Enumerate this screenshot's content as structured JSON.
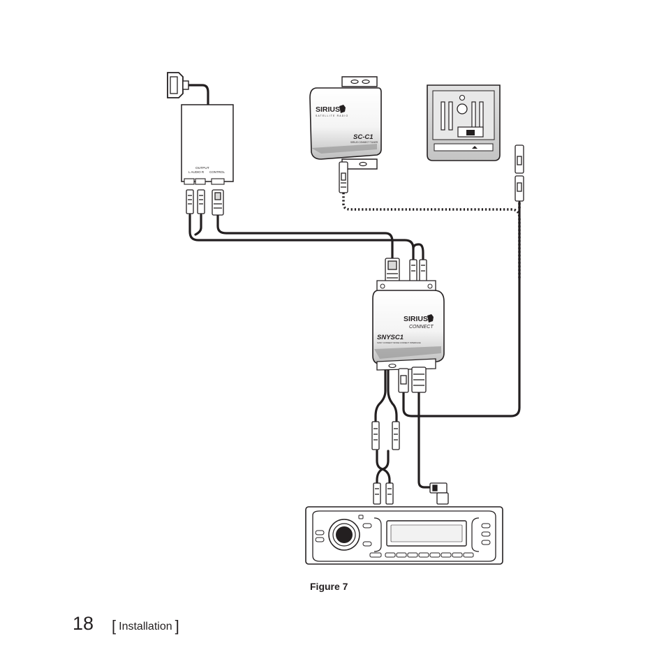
{
  "figure": {
    "caption": "Figure 7"
  },
  "footer": {
    "page_number": "18",
    "bracket_open": "[",
    "section": "Installation",
    "bracket_close": "]"
  },
  "components": {
    "ipod_adapter": {
      "output_label": "OUTPUT",
      "channels_label": "L AUDIO R",
      "control_label": "CONTROL"
    },
    "tuner": {
      "brand": "SIRIUS",
      "brand_sub": "SATELLITE RADIO",
      "model": "SC-C1",
      "model_sub": "SIRIUS CONNECT TUNER"
    },
    "interface": {
      "brand": "SIRIUS",
      "brand_sub": "CONNECT",
      "model": "SNYSC1",
      "model_sub": "SONY CONNECT MODE CONNECT INTERFACE"
    }
  },
  "colors": {
    "line": "#231f20",
    "body": "#ffffff",
    "shade": "#d9d9d9",
    "dark": "#9a9a9a"
  }
}
